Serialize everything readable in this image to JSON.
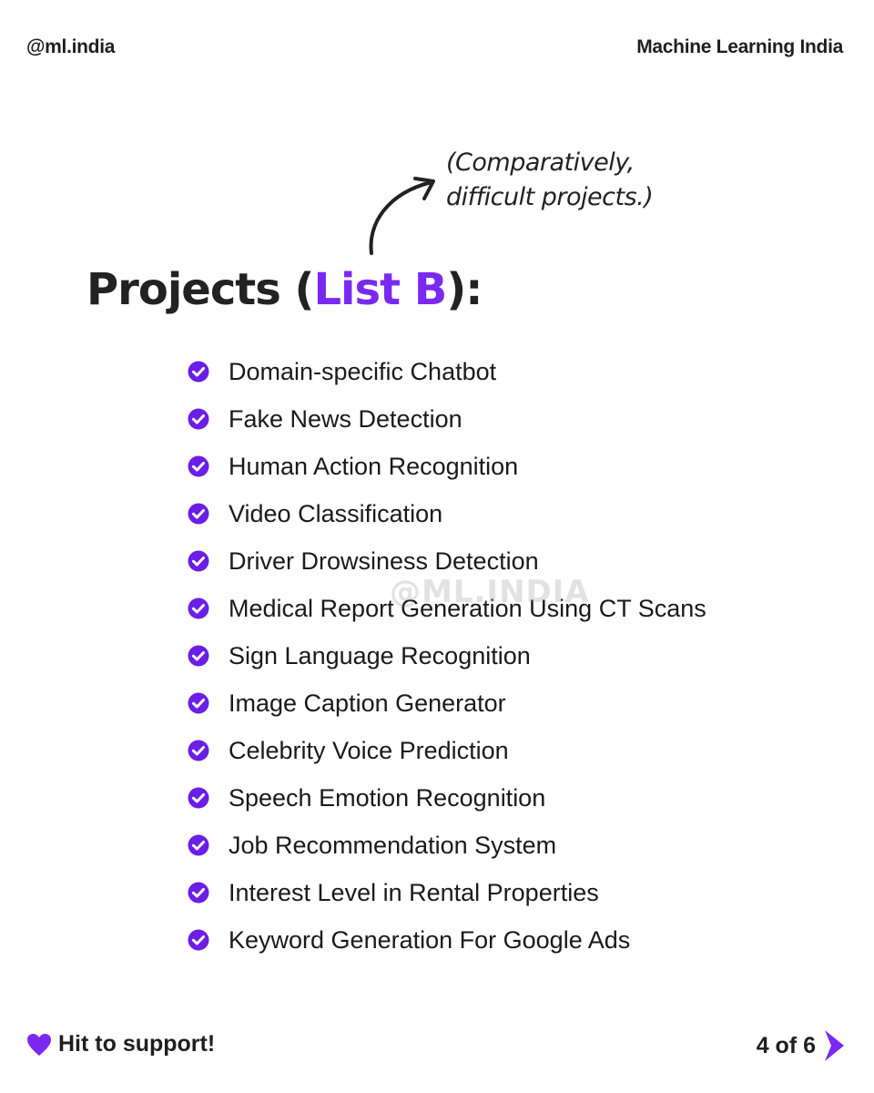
{
  "header": {
    "handle": "@ml.india",
    "brand": "Machine Learning India"
  },
  "annotation": {
    "line1": "(Comparatively,",
    "line2": "difficult projects.)",
    "arrow_icon": "curved-arrow-up-right"
  },
  "title": {
    "prefix": "Projects (",
    "accent": "List B",
    "suffix": "):"
  },
  "projects": [
    {
      "label": "Domain-specific Chatbot",
      "icon": "check-circle"
    },
    {
      "label": "Fake News Detection",
      "icon": "check-circle"
    },
    {
      "label": "Human Action Recognition",
      "icon": "check-circle"
    },
    {
      "label": "Video Classification",
      "icon": "check-circle"
    },
    {
      "label": "Driver Drowsiness Detection",
      "icon": "check-circle"
    },
    {
      "label": "Medical Report Generation Using CT Scans",
      "icon": "check-circle"
    },
    {
      "label": "Sign Language Recognition",
      "icon": "check-circle"
    },
    {
      "label": "Image Caption Generator",
      "icon": "check-circle"
    },
    {
      "label": "Celebrity Voice Prediction",
      "icon": "check-circle"
    },
    {
      "label": "Speech Emotion Recognition",
      "icon": "check-circle"
    },
    {
      "label": "Job Recommendation System",
      "icon": "check-circle"
    },
    {
      "label": "Interest Level in Rental Properties",
      "icon": "check-circle"
    },
    {
      "label": "Keyword Generation For Google Ads",
      "icon": "check-circle"
    }
  ],
  "watermark": "@ML.INDIA",
  "footer": {
    "support_text": "Hit to support!",
    "support_icon": "heart",
    "page_indicator": "4 of 6",
    "next_icon": "chevron-right"
  },
  "colors": {
    "accent": "#7a2af0",
    "check": "#6a1ee6",
    "text": "#1a1a1a",
    "background": "#ffffff"
  }
}
